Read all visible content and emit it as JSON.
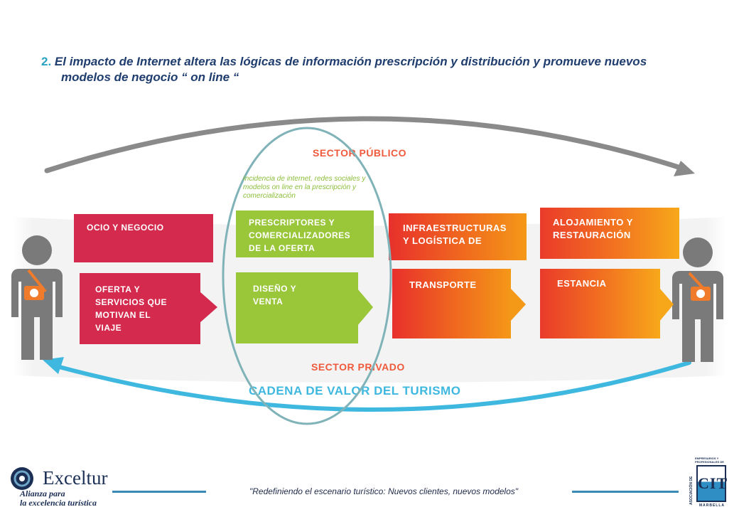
{
  "title": {
    "number": "2.",
    "line1": "El impacto de Internet altera las lógicas de información  prescripción y distribución y promueve nuevos",
    "line2": "modelos de negocio “ on line “"
  },
  "diagram": {
    "sector_publico": "SECTOR PÚBLICO",
    "sector_privado": "SECTOR PRIVADO",
    "cadena": "CADENA DE VALOR DEL TURISMO",
    "note": "Incidencia de internet, redes sociales y modelos on line en la prescripción y comercialización",
    "boxes": {
      "ocio": "OCIO Y NEGOCIO",
      "oferta": "OFERTA Y\nSERVICIOS QUE\nMOTIVAN EL\nVIAJE",
      "prescriptores": "PRESCRIPTORES Y\nCOMERCIALIZADORES\nDE LA OFERTA",
      "diseno": "DISEÑO Y\nVENTA",
      "infra": "INFRAESTRUCTURAS\nY LOGÍSTICA DE",
      "transporte": "TRANSPORTE",
      "alojamiento": "ALOJAMIENTO Y\nRESTAURACIÓN",
      "estancia": "ESTANCIA"
    },
    "colors": {
      "red": "#d42a4e",
      "green": "#9ac63a",
      "orange_start": "#e8302c",
      "orange_end": "#f49818",
      "top_arrow": "#8a8a8a",
      "bottom_arrow": "#3fb8e0",
      "ellipse": "#7fb3b8"
    }
  },
  "footer": {
    "tagline": "\"Redefiniendo  el  escenario turístico: Nuevos clientes, nuevos modelos\"",
    "logo_left_name": "Exceltur",
    "logo_left_sub": "Alianza para\nla excelencia turística",
    "logo_right_letters": "CIT",
    "logo_right_vertical": "ASOCIACIÓN DE",
    "logo_right_top": "EMPRESARIOS Y PROFESIONALES DE",
    "logo_right_bottom": "MARBELLA"
  }
}
